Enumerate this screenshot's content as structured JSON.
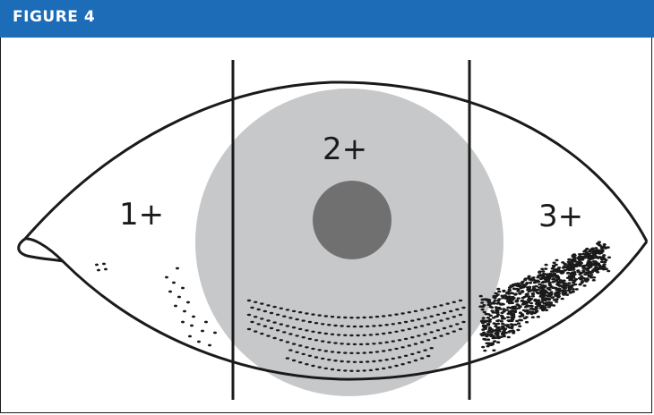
{
  "header": {
    "title": "FIGURE 4"
  },
  "colors": {
    "header_bg": "#1c6cb8",
    "header_text": "#ffffff",
    "outline": "#1a1a1a",
    "cornea": "#c7c8ca",
    "pupil": "#707071",
    "dots": "#1a1a1a"
  },
  "diagram": {
    "grades": [
      "1+",
      "2+",
      "3+"
    ]
  }
}
